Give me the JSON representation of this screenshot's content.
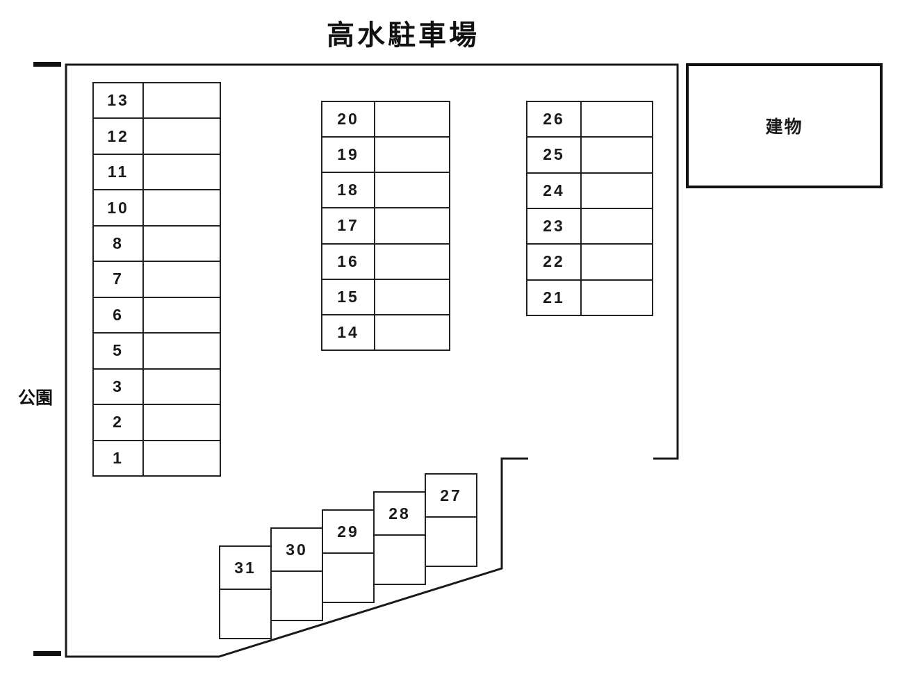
{
  "title": "高水駐車場",
  "park_label": "公園",
  "building_label": "建物",
  "columns": {
    "left": [
      "13",
      "12",
      "11",
      "10",
      "8",
      "7",
      "6",
      "5",
      "3",
      "2",
      "1"
    ],
    "middle": [
      "20",
      "19",
      "18",
      "17",
      "16",
      "15",
      "14"
    ],
    "right": [
      "26",
      "25",
      "24",
      "23",
      "22",
      "21"
    ],
    "diagonal": [
      "31",
      "30",
      "29",
      "28",
      "27"
    ]
  },
  "colors": {
    "line": "#1a1a1a",
    "background": "#ffffff"
  }
}
